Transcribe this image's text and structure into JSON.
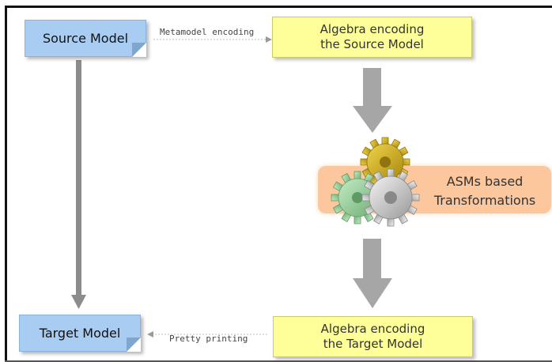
{
  "nodes": {
    "source_model": "Source Model",
    "target_model": "Target Model",
    "algebra_source": {
      "line1": "Algebra encoding",
      "line2": "the Source Model"
    },
    "algebra_target": {
      "line1": "Algebra encoding",
      "line2": "the Target Model"
    },
    "asm_transform": {
      "line1": "ASMs based",
      "line2": "Transformations"
    }
  },
  "edges": {
    "metamodel_encoding": "Metamodel encoding",
    "pretty_printing": "Pretty printing"
  },
  "colors": {
    "model_box": "#a9cdf2",
    "algebra_box": "#ffff99",
    "transform_band": "#fcc79c",
    "arrow_gray": "#a6a6a6",
    "gear_gold": "#d6b21c",
    "gear_green": "#9fd1a4",
    "gear_gray": "#c9c9c9"
  },
  "icons": [
    "gear-icon-gold",
    "gear-icon-green",
    "gear-icon-gray"
  ]
}
